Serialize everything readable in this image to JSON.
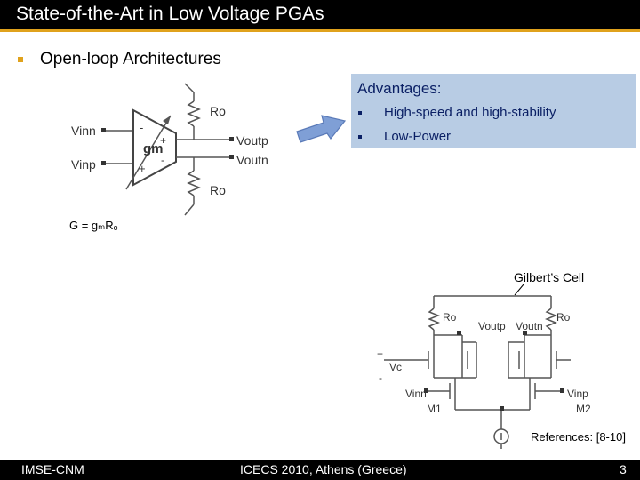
{
  "slide": {
    "title": "State-of-the-Art in Low Voltage PGAs",
    "section": "Open-loop Architectures",
    "advantages": {
      "title": "Advantages:",
      "items": [
        "High-speed and high-stability",
        "Low-Power"
      ]
    },
    "gain_formula": "G = gₘRₒ",
    "gilbert_label": "Gilbert’s Cell",
    "references": "References: [8-10]",
    "colors": {
      "accent": "#e0a21c",
      "box": "#b8cce4",
      "box_text": "#0a1f64"
    }
  },
  "amp_diagram": {
    "vinn": "Vinn",
    "vinp": "Vinp",
    "gm": "gm",
    "voutp": "Voutp",
    "voutn": "Voutn",
    "ro": "Ro",
    "minus": "-",
    "plus": "+"
  },
  "gilbert_diagram": {
    "ro": "Ro",
    "voutp": "Voutp",
    "voutn": "Voutn",
    "vc": "Vc",
    "vinn": "Vinn",
    "vinp": "Vinp",
    "m1": "M1",
    "m2": "M2",
    "plus": "+",
    "minus": "-"
  },
  "footer": {
    "left": "IMSE-CNM",
    "center": "ICECS 2010, Athens (Greece)",
    "page": "3"
  }
}
